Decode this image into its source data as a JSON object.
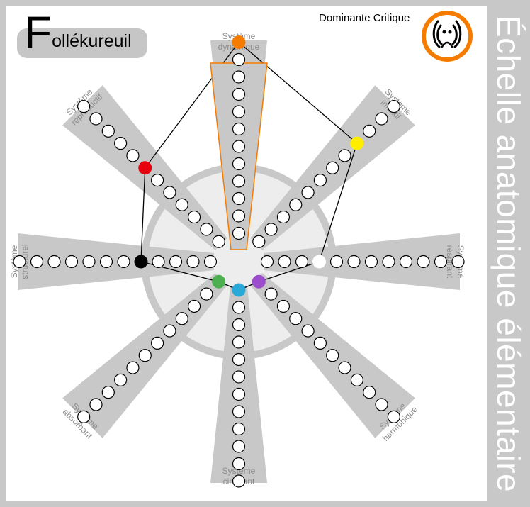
{
  "title": {
    "initial": "F",
    "rest": "ollékureuil"
  },
  "dominant": {
    "label": "Dominante Critique",
    "icon": "dominant-critique-emblem-icon",
    "color": "#f57c00"
  },
  "side_title": "Échelle anatomique élémentaire",
  "axes": [
    {
      "key": "dynamique",
      "label_line1": "Système",
      "label_line2": "dynamique",
      "value": 12,
      "marker_color": "#f57c00",
      "highlight": true
    },
    {
      "key": "inflexif",
      "label_line1": "Système",
      "label_line2": "inflexif",
      "value": 9,
      "marker_color": "#ffee00",
      "highlight": false
    },
    {
      "key": "respirant",
      "label_line1": "Système",
      "label_line2": "respirant",
      "value": 4,
      "marker_color": "#ffffff",
      "highlight": false
    },
    {
      "key": "harmonique",
      "label_line1": "Système",
      "label_line2": "harmonique",
      "value": 1,
      "marker_color": "#9c4dcc",
      "highlight": false
    },
    {
      "key": "circulant",
      "label_line1": "Système",
      "label_line2": "circulant",
      "value": 1,
      "marker_color": "#29a9d8",
      "highlight": false
    },
    {
      "key": "absorbant",
      "label_line1": "Système",
      "label_line2": "absorbant",
      "value": 1,
      "marker_color": "#4caf50",
      "highlight": false
    },
    {
      "key": "structurel",
      "label_line1": "Système",
      "label_line2": "structurel",
      "value": 5,
      "marker_color": "#000000",
      "highlight": false
    },
    {
      "key": "reproductif",
      "label_line1": "Système",
      "label_line2": "reproductif",
      "value": 7,
      "marker_color": "#e8000e",
      "highlight": false
    }
  ],
  "scale_max": 12
}
